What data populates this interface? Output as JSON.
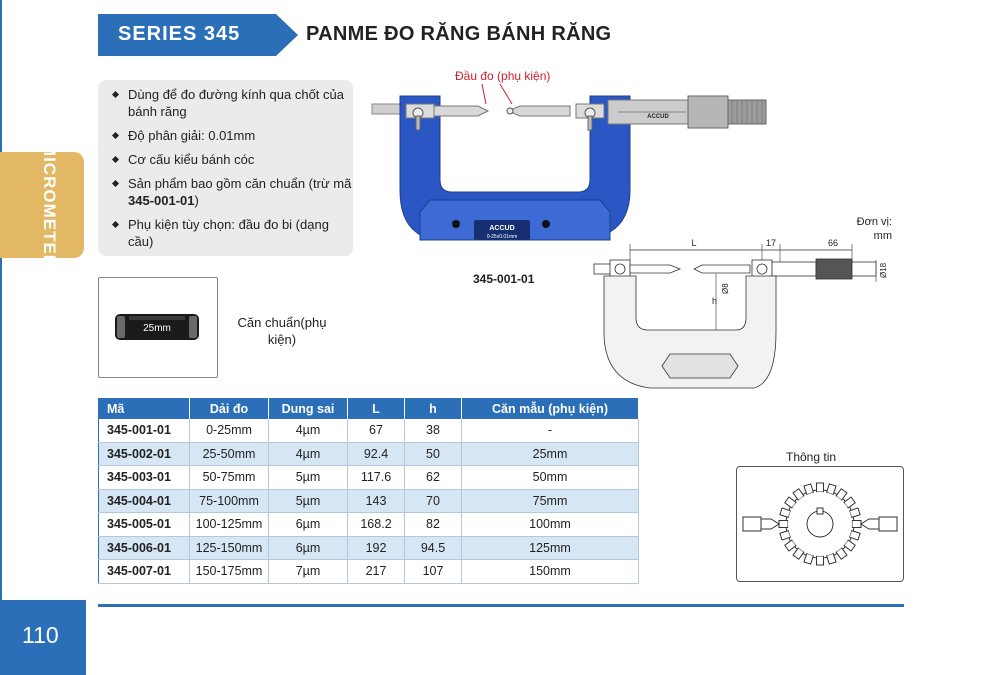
{
  "series_label": "SERIES 345",
  "title": "PANME ĐO RĂNG BÁNH RĂNG",
  "side_tab": "MICROMETER",
  "page_number": "110",
  "features": {
    "f1": "Dùng để đo đường kính qua chốt của bánh răng",
    "f2": "Độ phân giải: 0.01mm",
    "f3": "Cơ cấu kiểu bánh cóc",
    "f4_prefix": "Sản phẩm bao gồm căn chuẩn (trừ mã ",
    "f4_code": "345-001-01",
    "f4_suffix": ")",
    "f5": "Phụ kiện tùy chọn: đầu đo bi (dạng cầu)"
  },
  "accessory": {
    "gauge_text": "25mm",
    "caption": "Căn chuẩn(phụ kiện)"
  },
  "product_image": {
    "probe_label": "Đầu đo (phụ kiện)",
    "model_label": "345-001-01",
    "brand": "ACCUD",
    "range_text": "0-25x0.01mm",
    "thimble_brand": "ACCUD"
  },
  "drawing": {
    "unit_label": "Đơn vị: mm",
    "dim_L": "L",
    "dim_17": "17",
    "dim_66": "66",
    "dim_h": "h",
    "dim_phi8": "Ø8",
    "dim_phi18": "Ø18"
  },
  "info_label": "Thông tin",
  "table": {
    "headers": [
      "Mã",
      "Dải đo",
      "Dung sai",
      "L",
      "h",
      "Căn mẫu (phụ kiện)"
    ],
    "rows": [
      [
        "345-001-01",
        "0-25mm",
        "4µm",
        "67",
        "38",
        "-"
      ],
      [
        "345-002-01",
        "25-50mm",
        "4µm",
        "92.4",
        "50",
        "25mm"
      ],
      [
        "345-003-01",
        "50-75mm",
        "5µm",
        "117.6",
        "62",
        "50mm"
      ],
      [
        "345-004-01",
        "75-100mm",
        "5µm",
        "143",
        "70",
        "75mm"
      ],
      [
        "345-005-01",
        "100-125mm",
        "6µm",
        "168.2",
        "82",
        "100mm"
      ],
      [
        "345-006-01",
        "125-150mm",
        "6µm",
        "192",
        "94.5",
        "125mm"
      ],
      [
        "345-007-01",
        "150-175mm",
        "7µm",
        "217",
        "107",
        "150mm"
      ]
    ]
  },
  "colors": {
    "primary_blue": "#2a6fb8",
    "tab_gold": "#e3b864",
    "probe_red": "#d0202e",
    "row_alt": "#d7e6f5"
  }
}
